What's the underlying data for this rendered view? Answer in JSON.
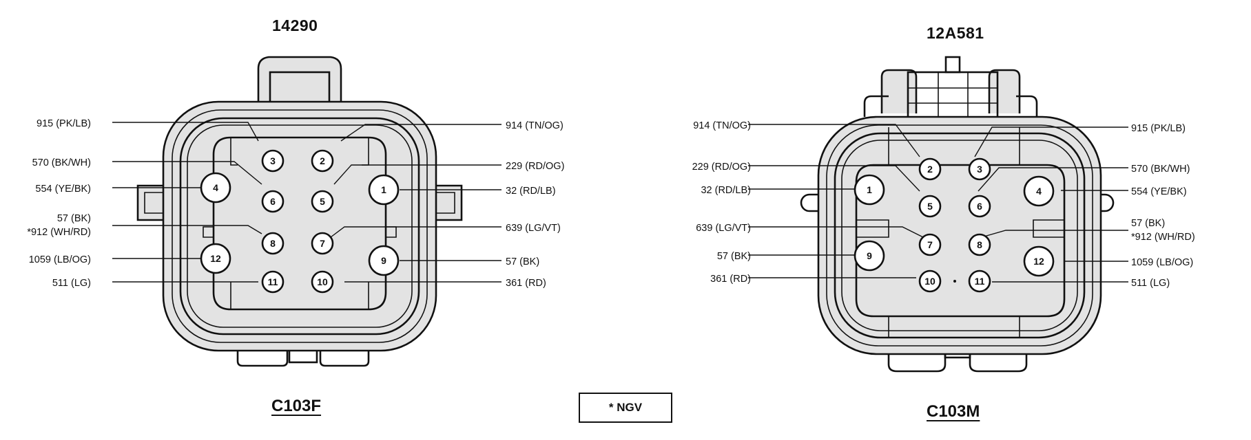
{
  "left_connector": {
    "part_number": "14290",
    "name": "C103F",
    "pins": [
      {
        "num": "1"
      },
      {
        "num": "2"
      },
      {
        "num": "3"
      },
      {
        "num": "4"
      },
      {
        "num": "5"
      },
      {
        "num": "6"
      },
      {
        "num": "7"
      },
      {
        "num": "8"
      },
      {
        "num": "9"
      },
      {
        "num": "10"
      },
      {
        "num": "11"
      },
      {
        "num": "12"
      }
    ],
    "labels": [
      {
        "text": "915 (PK/LB)"
      },
      {
        "text": "570 (BK/WH)"
      },
      {
        "text": "554 (YE/BK)"
      },
      {
        "text": "57 (BK)"
      },
      {
        "text": "*912 (WH/RD)"
      },
      {
        "text": "1059 (LB/OG)"
      },
      {
        "text": "511 (LG)"
      },
      {
        "text": "914 (TN/OG)"
      },
      {
        "text": "229 (RD/OG)"
      },
      {
        "text": "32 (RD/LB)"
      },
      {
        "text": "639 (LG/VT)"
      },
      {
        "text": "57 (BK)"
      },
      {
        "text": "361 (RD)"
      }
    ]
  },
  "right_connector": {
    "part_number": "12A581",
    "name": "C103M",
    "pins": [
      {
        "num": "1"
      },
      {
        "num": "2"
      },
      {
        "num": "3"
      },
      {
        "num": "4"
      },
      {
        "num": "5"
      },
      {
        "num": "6"
      },
      {
        "num": "7"
      },
      {
        "num": "8"
      },
      {
        "num": "9"
      },
      {
        "num": "10"
      },
      {
        "num": "11"
      },
      {
        "num": "12"
      }
    ],
    "labels": [
      {
        "text": "914 (TN/OG)"
      },
      {
        "text": "229 (RD/OG)"
      },
      {
        "text": "32 (RD/LB)"
      },
      {
        "text": "639 (LG/VT)"
      },
      {
        "text": "57 (BK)"
      },
      {
        "text": "361 (RD)"
      },
      {
        "text": "915 (PK/LB)"
      },
      {
        "text": "570 (BK/WH)"
      },
      {
        "text": "554 (YE/BK)"
      },
      {
        "text": "57 (BK)"
      },
      {
        "text": "*912 (WH/RD)"
      },
      {
        "text": "1059 (LB/OG)"
      },
      {
        "text": "511 (LG)"
      }
    ]
  },
  "legend": {
    "text": "* NGV"
  }
}
